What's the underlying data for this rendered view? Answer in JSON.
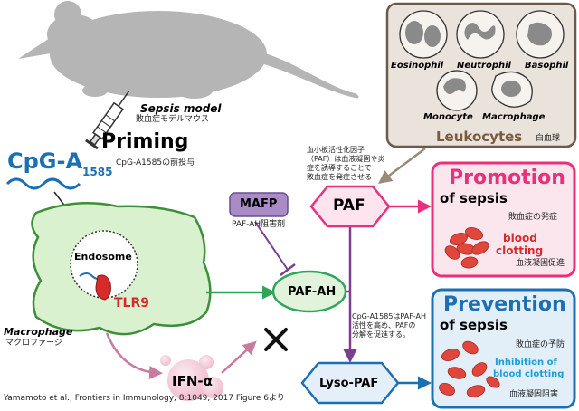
{
  "sepsis_model": {
    "title": "Sepsis model",
    "subtitle_jp": "敗血症モデルマウス"
  },
  "priming": {
    "label": "Priming",
    "sub_jp": "CpG-A1585の前投与"
  },
  "cpg": {
    "label": "CpG-A",
    "subscript": "1585"
  },
  "macrophage_cell": {
    "endosome_label": "Endosome",
    "tlr9_label": "TLR9",
    "name": "Macrophage",
    "name_jp": "マクロファージ"
  },
  "leukocytes": {
    "title": "Leukocytes",
    "title_jp": "白血球",
    "cells": [
      "Eosinophil",
      "Neutrophil",
      "Basophil",
      "Monocyte",
      "Macrophage"
    ]
  },
  "paf_note_jp": [
    "血小板活性化因子",
    "（PAF）は血液凝固や炎",
    "症を誘導することで",
    "敗血症を発症させる"
  ],
  "paf": {
    "label": "PAF"
  },
  "mafp": {
    "label": "MAFP",
    "sub_jp": "PAF-AH阻害剤"
  },
  "paf_ah": {
    "label": "PAF-AH"
  },
  "ifn": {
    "label": "IFN-α"
  },
  "lyso_paf": {
    "label": "Lyso-PAF"
  },
  "cpg_note_jp": [
    "CpG-A1585はPAF-AH",
    "活性を高め、PAFの",
    "分解を促進する。"
  ],
  "promotion": {
    "title": "Promotion",
    "subtitle": "of sepsis",
    "subtitle_jp": "敗血症の発症",
    "clot_label": [
      "blood",
      "clotting"
    ],
    "clot_jp": "血液凝固促進"
  },
  "prevention": {
    "title": "Prevention",
    "subtitle": "of sepsis",
    "subtitle_jp": "敗血症の予防",
    "inhibit_label": [
      "Inhibition of",
      "blood clotting"
    ],
    "inhibit_jp": "血液凝固阻害"
  },
  "citation": "Yamamoto et al., Frontiers in Immunology, 8:1049, 2017 Figure 6より",
  "colors": {
    "pink": "#e8317a",
    "blue": "#1c6fb3",
    "green": "#2fa55a",
    "purple": "#7b3f8f",
    "red": "#d72a2a",
    "mouse": "#b5b5b5"
  }
}
